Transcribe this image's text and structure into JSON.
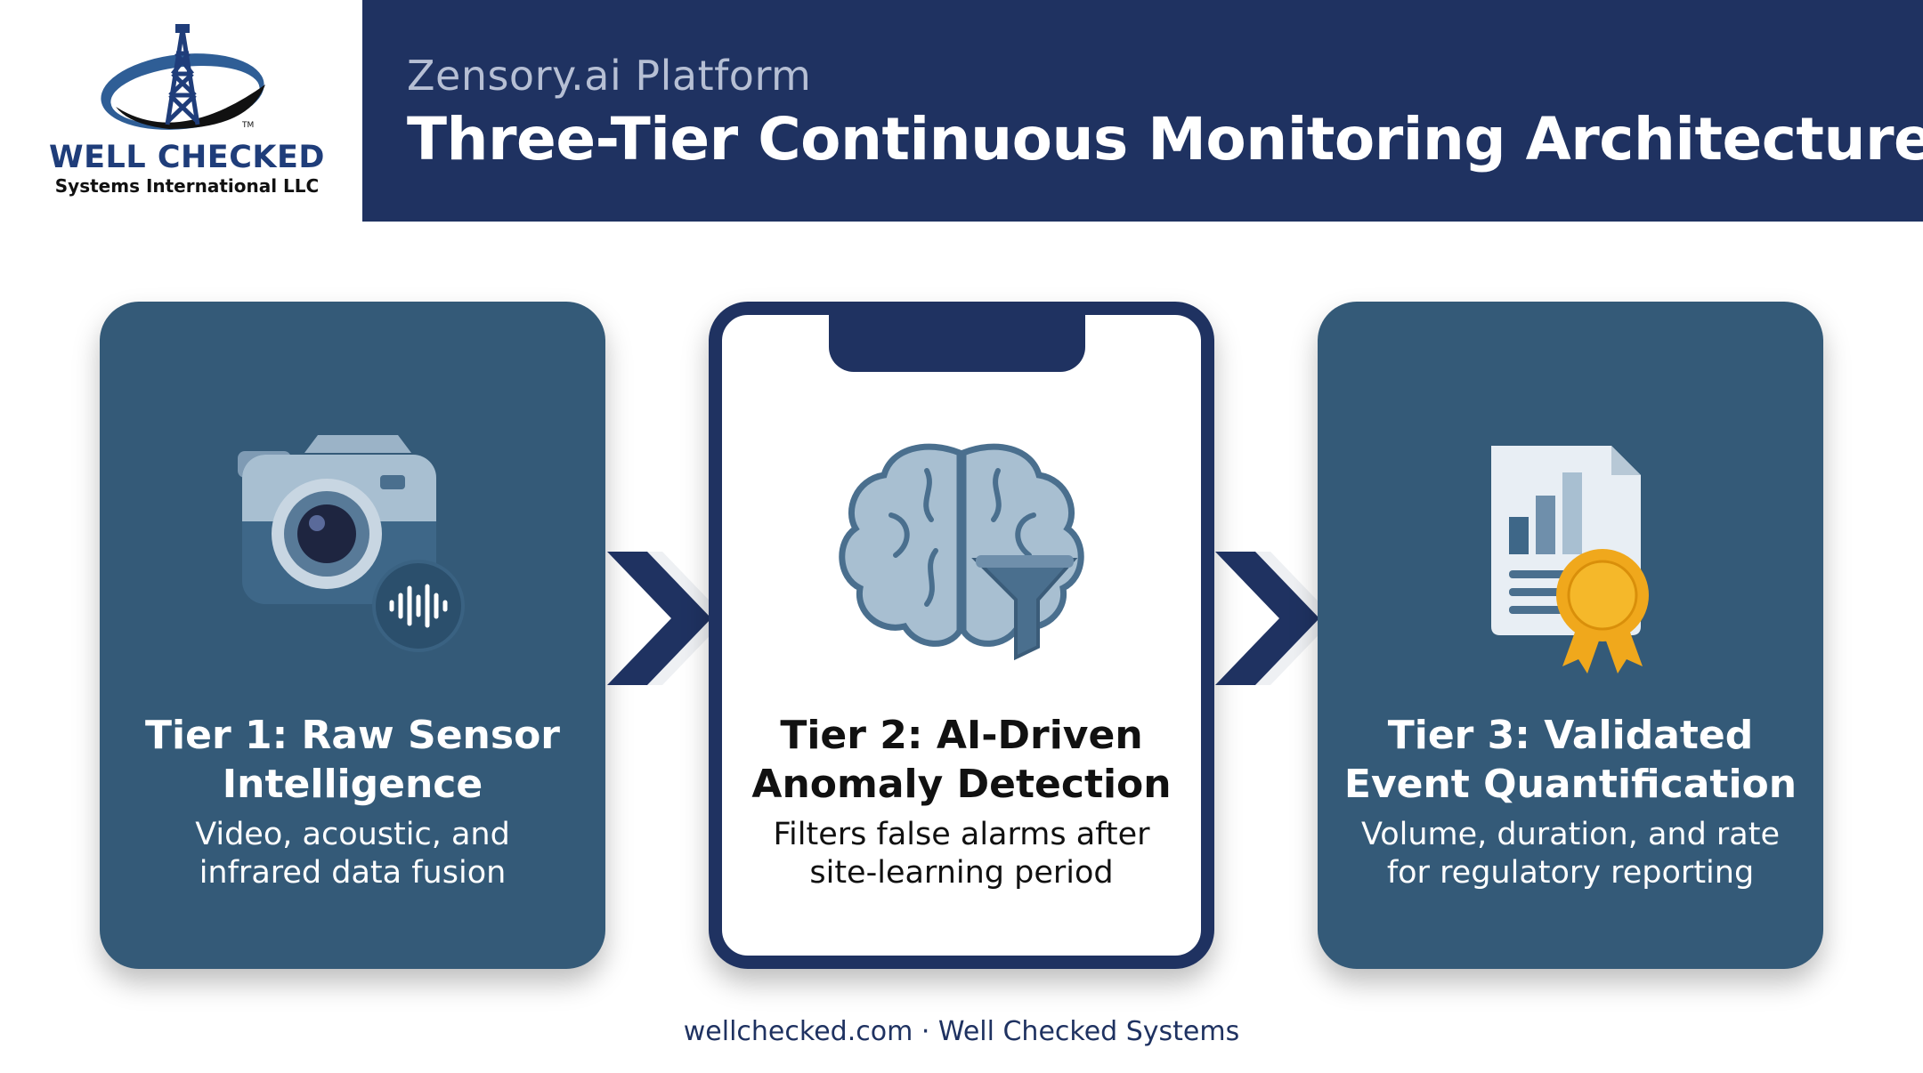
{
  "logo": {
    "name": "WELL CHECKED",
    "subtitle": "Systems International LLC",
    "trademark": "TM",
    "icon": "oil-derrick-icon"
  },
  "header": {
    "subtitle": "Zensory.ai Platform",
    "title": "Three-Tier Continuous Monitoring Architecture"
  },
  "tiers": [
    {
      "title_line1": "Tier 1: Raw Sensor",
      "title_line2": "Intelligence",
      "desc_line1": "Video, acoustic, and",
      "desc_line2": "infrared data fusion",
      "icon": "camera-sound-icon"
    },
    {
      "title_line1": "Tier 2: AI-Driven",
      "title_line2": "Anomaly Detection",
      "desc_line1": "Filters false alarms after",
      "desc_line2": "site-learning period",
      "icon": "brain-filter-icon"
    },
    {
      "title_line1": "Tier 3: Validated",
      "title_line2": "Event Quantification",
      "desc_line1": "Volume, duration, and rate",
      "desc_line2": "for regulatory reporting",
      "icon": "report-certificate-icon"
    }
  ],
  "footer": "wellchecked.com · Well Checked Systems",
  "colors": {
    "navy": "#1f3261",
    "card_blue": "#345a78",
    "gold": "#f0a81c"
  }
}
